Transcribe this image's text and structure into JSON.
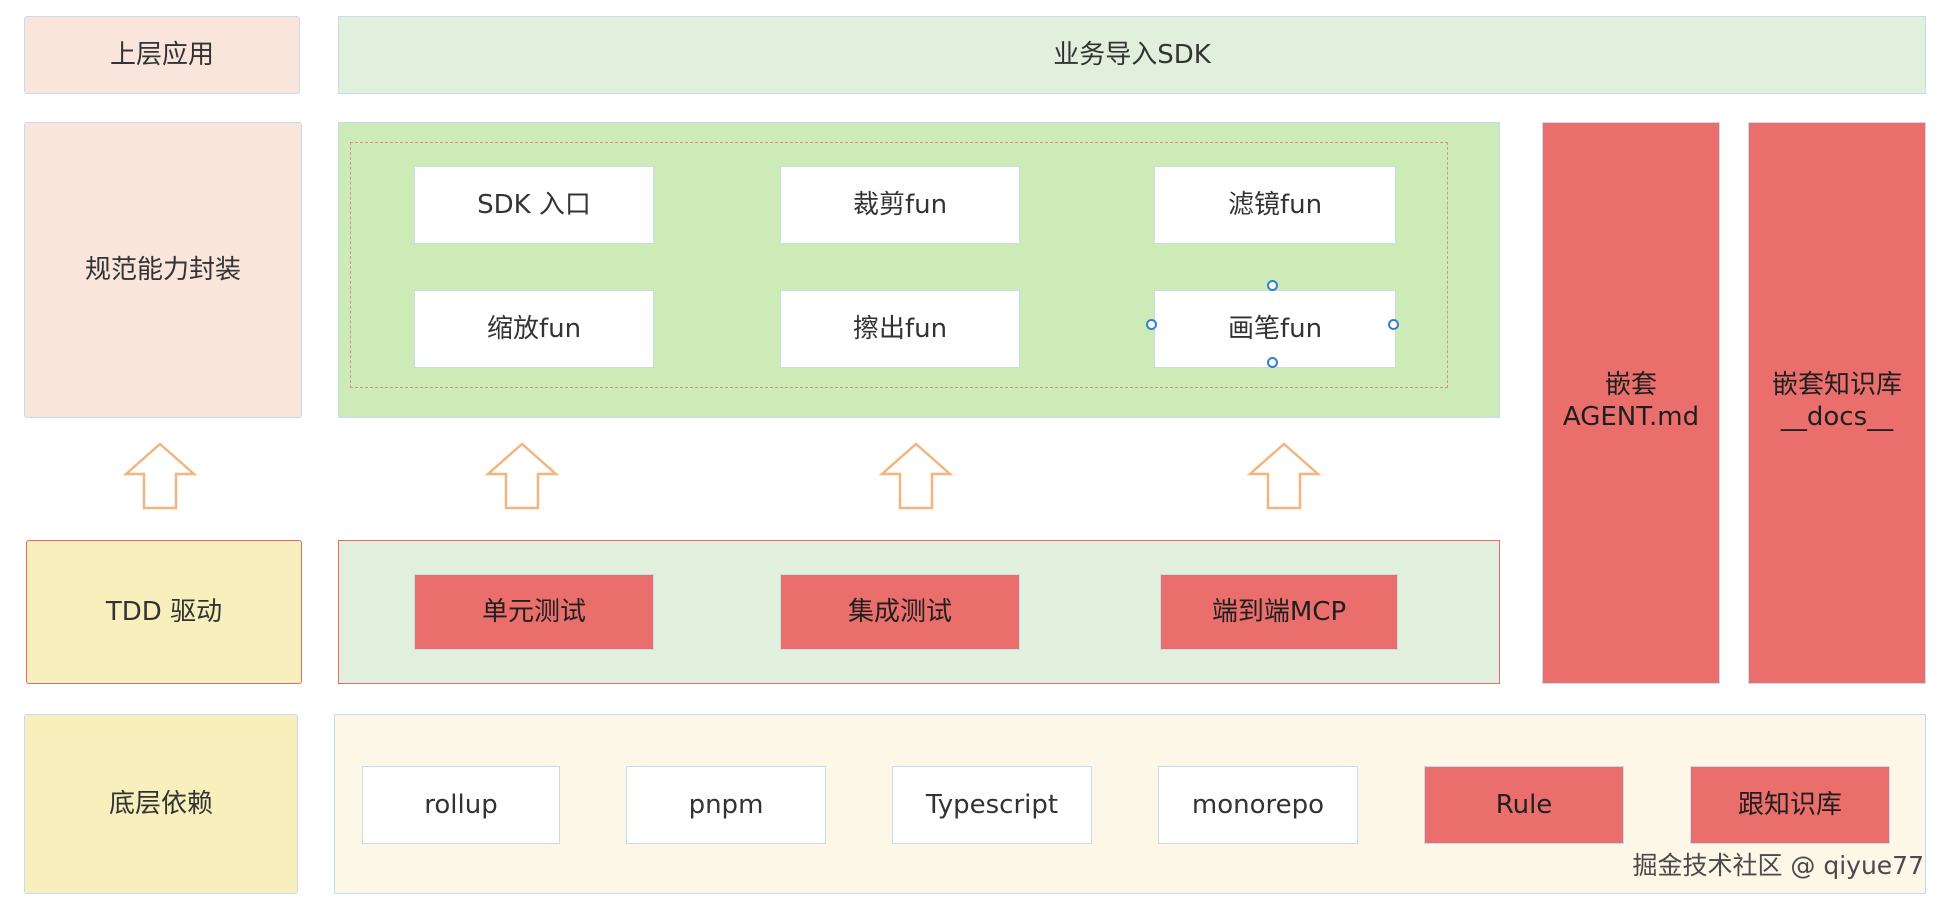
{
  "colors": {
    "peach_label": "#f9e5dc",
    "yellow_label": "#f7efbc",
    "light_green": "#e1f0dc",
    "green_panel": "#cdebb7",
    "red_box": "#ea6f6c",
    "cream_panel": "#fdf7e8",
    "arrow_orange": "#f3b47d",
    "dashed_red": "#e88a85",
    "border_blue": "#c5dcef"
  },
  "left_labels": {
    "upper_app": "上层应用",
    "spec_encap": "规范能力封装",
    "tdd": "TDD 驱动",
    "base_dep": "底层依赖"
  },
  "top_bar": {
    "label": "业务导入SDK"
  },
  "sdk_panel": {
    "row1": [
      "SDK 入口",
      "裁剪fun",
      "滤镜fun"
    ],
    "row2": [
      "缩放fun",
      "擦出fun",
      "画笔fun"
    ]
  },
  "test_panel": {
    "items": [
      "单元测试",
      "集成测试",
      "端到端MCP"
    ]
  },
  "side_columns": {
    "agent": {
      "line1": "嵌套",
      "line2": "AGENT.md"
    },
    "docs": {
      "line1": "嵌套知识库",
      "line2": "__docs__"
    }
  },
  "deps_panel": {
    "items": [
      "rollup",
      "pnpm",
      "Typescript",
      "monorepo"
    ],
    "highlight_items": [
      "Rule",
      "跟知识库"
    ]
  },
  "arrow_icon": "hollow-up-arrow-icon",
  "selection_handle_icon": "circle-handle-icon",
  "watermark": "掘金技术社区 @ qiyue77"
}
